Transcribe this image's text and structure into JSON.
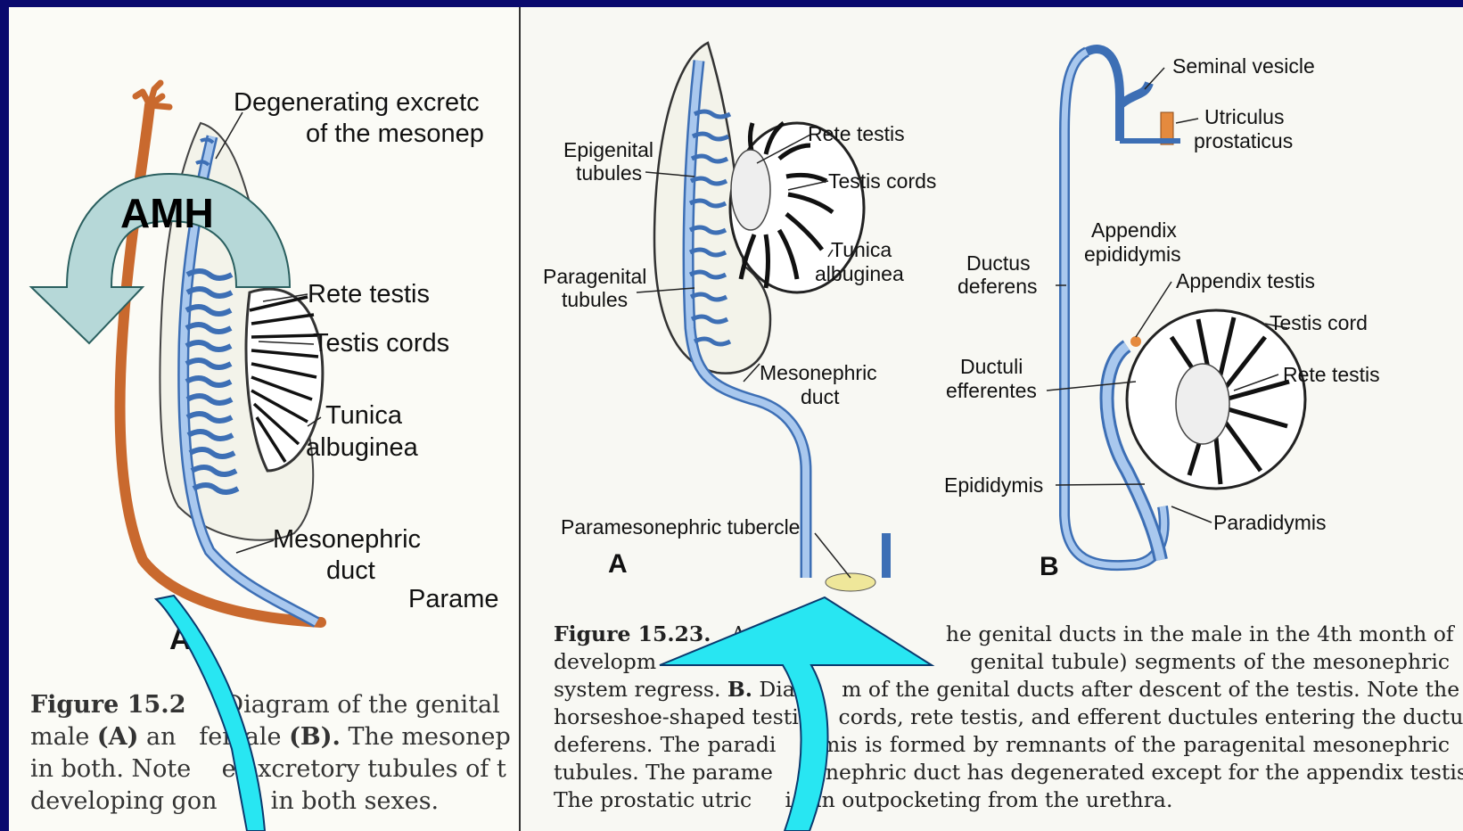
{
  "left_figure": {
    "labels": {
      "degenerating_1": "Degenerating excretc",
      "degenerating_2": "of the mesonep",
      "rete_testis": "Rete testis",
      "testis_cords": "Testis cords",
      "tunica_1": "Tunica",
      "tunica_2": "albuginea",
      "mesonephric_1": "Mesonephric",
      "mesonephric_2": "duct",
      "parame": "Parame",
      "panel_letter": "A"
    },
    "caption": {
      "figure_label": "Figure 15.2",
      "line1_rest": "Diagram of the genital",
      "line2_a": "male ",
      "line2_b": "(A)",
      "line2_c": " an",
      "line2_d": "female ",
      "line2_e": "(B).",
      "line2_f": " The mesonep",
      "line3": "in both. Note    e excretory tubules of t",
      "line4": "developing gon    d in both sexes."
    }
  },
  "right_figure": {
    "labels_a": {
      "epigenital_1": "Epigenital",
      "epigenital_2": "tubules",
      "rete_testis": "Rete testis",
      "testis_cords": "Testis cords",
      "tunica_1": "Tunica",
      "tunica_2": "albuginea",
      "paragenital_1": "Paragenital",
      "paragenital_2": "tubules",
      "mesonephric_1": "Mesonephric",
      "mesonephric_2": "duct",
      "paramesonephric_tubercle": "Paramesonephric tubercle",
      "panel_letter": "A"
    },
    "labels_b": {
      "seminal_vesicle": "Seminal vesicle",
      "utriculus_1": "Utriculus",
      "utriculus_2": "prostaticus",
      "appendix_epididymis_1": "Appendix",
      "appendix_epididymis_2": "epididymis",
      "ductus_deferens_1": "Ductus",
      "ductus_deferens_2": "deferens",
      "appendix_testis": "Appendix testis",
      "testis_cord": "Testis cord",
      "ductuli_efferentes_1": "Ductuli",
      "ductuli_efferentes_2": "efferentes",
      "rete_testis": "Rete testis",
      "epididymis": "Epididymis",
      "paradidymis": "Paradidymis",
      "panel_letter": "B"
    },
    "caption": {
      "figure_label": "Figure 15.23.",
      "line1": "A                              he genital ducts in the male in the 4th month of",
      "line2": "developm                                           genital tubule) segments of the mesonephric",
      "line3_a": "system regress. ",
      "line3_b": "B.",
      "line3_c": " Diag     m of the genital ducts after descent of the testis. Note the",
      "line4": "horseshoe-shaped testi      cords, rete testis, and efferent ductules entering the ductus",
      "line5": "deferens. The paradi      mis is formed by remnants of the paragenital mesonephric",
      "line6": "tubules. The parame      onephric duct has degenerated except for the appendix testis.",
      "line7": "The prostatic utric     is an outpocketing from the urethra."
    }
  },
  "overlay": {
    "amh_label": "AMH"
  },
  "colors": {
    "background": "#0a0a6e",
    "duct_blue": "#a9c8ee",
    "duct_outline": "#3d6fb5",
    "paramesonephric_orange": "#c9692e",
    "arrow_fill_grey": "#b6d8d8",
    "arrow_fill_cyan": "#28e6f2"
  }
}
